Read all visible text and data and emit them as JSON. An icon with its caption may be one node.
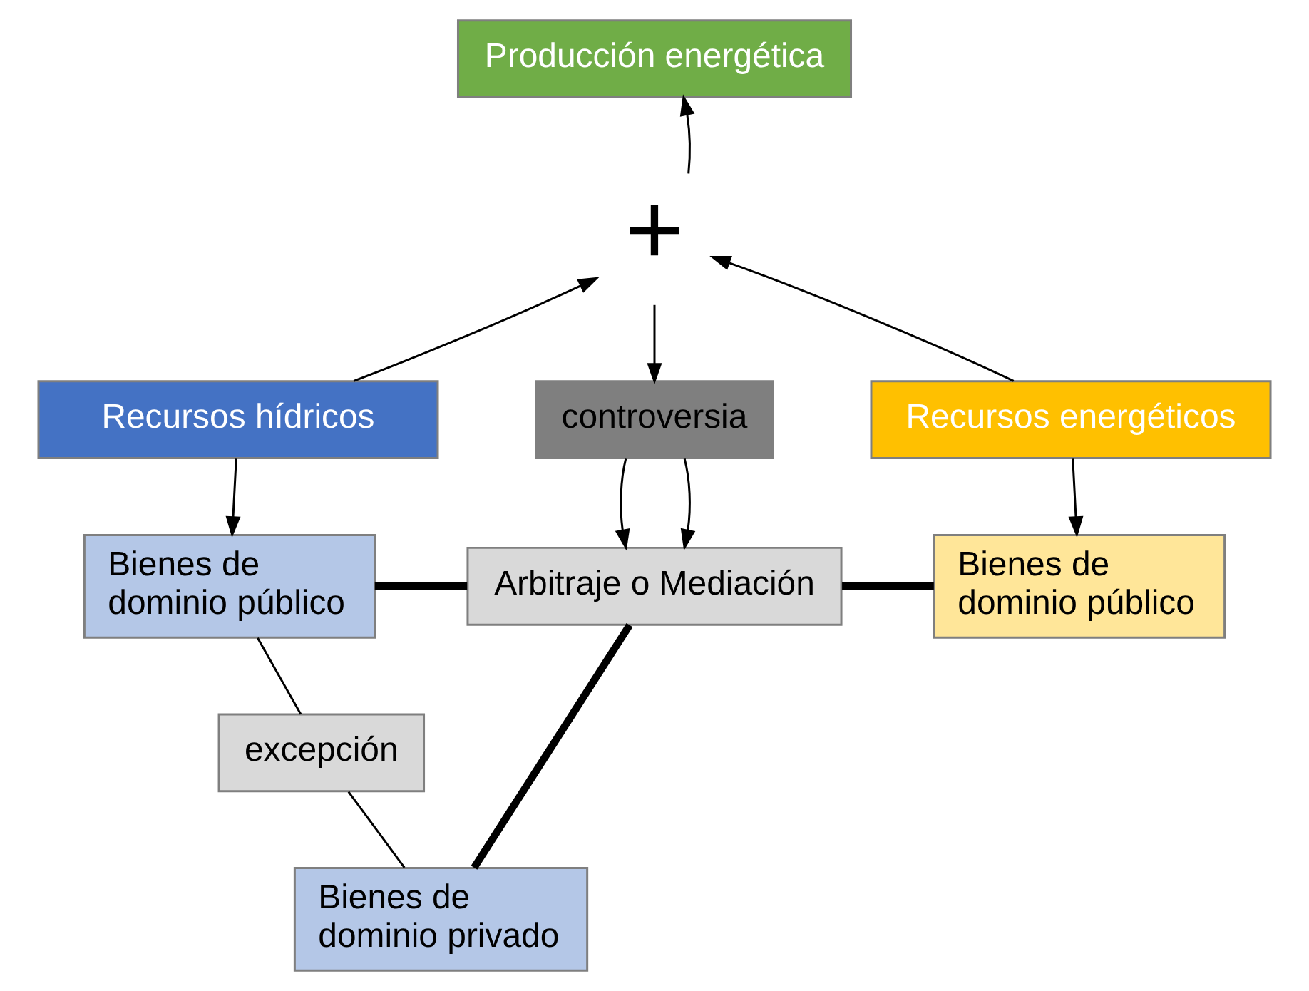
{
  "diagram": {
    "nodes": [
      {
        "text": [
          "Producción energética"
        ]
      },
      {
        "text": [
          "+"
        ]
      },
      {
        "text": [
          "Recursos hídricos"
        ]
      },
      {
        "text": [
          "controversia"
        ]
      },
      {
        "text": [
          "Recursos energéticos"
        ]
      },
      {
        "text": [
          "Bienes de dominio público"
        ]
      },
      {
        "text": [
          "Arbitraje o Mediación"
        ]
      },
      {
        "text": [
          "Bienes de dominio público"
        ]
      },
      {
        "text": [
          "excepción"
        ]
      },
      {
        "text": [
          "Bienes de dominio privado"
        ]
      }
    ],
    "edges": [
      {
        "from": 1,
        "to": 0,
        "arrow": "to"
      },
      {
        "from": 2,
        "to": 1,
        "arrow": "to"
      },
      {
        "from": 4,
        "to": 1,
        "arrow": "to"
      },
      {
        "from": 1,
        "to": 3,
        "arrow": "to"
      },
      {
        "from": 2,
        "to": 5,
        "arrow": "to"
      },
      {
        "from": 3,
        "to": 6,
        "arrow": "to"
      },
      {
        "from": 3,
        "to": 6,
        "arrow": "to"
      },
      {
        "from": 4,
        "to": 7,
        "arrow": "to"
      },
      {
        "from": 5,
        "to": 6,
        "arrow": "none",
        "style": "thick"
      },
      {
        "from": 6,
        "to": 7,
        "arrow": "none",
        "style": "thick"
      },
      {
        "from": 5,
        "to": 8,
        "arrow": "none"
      },
      {
        "from": 8,
        "to": 9,
        "arrow": "none"
      },
      {
        "from": 6,
        "to": 9,
        "arrow": "none",
        "style": "thick"
      }
    ]
  }
}
